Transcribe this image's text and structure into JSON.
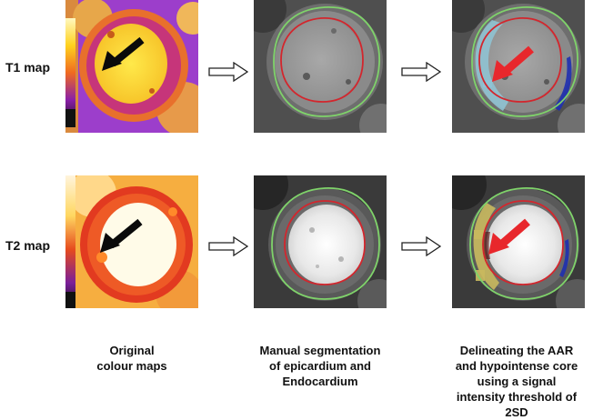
{
  "rows": {
    "t1_label": "T1 map",
    "t2_label": "T2 map"
  },
  "captions": {
    "col1": [
      "Original",
      "colour maps"
    ],
    "col2": [
      "Manual segmentation",
      "of epicardium and",
      "Endocardium"
    ],
    "col3": [
      "Delineating the AAR",
      "and hypointense core",
      "using a signal",
      "intensity threshold of",
      "2SD"
    ]
  },
  "icons": {
    "flow_arrow": "right-outline-arrow-icon",
    "black_arrow": "black-arrow-icon",
    "red_arrow": "red-arrow-icon"
  },
  "colors": {
    "epicardium_contour": "#7fd36a",
    "endocardium_contour": "#d3262d",
    "aar_t1": "#8fc6d6",
    "aar_t2": "#c9b95e",
    "core": "#1e2fb0",
    "red_arrow": "#e8272c"
  }
}
